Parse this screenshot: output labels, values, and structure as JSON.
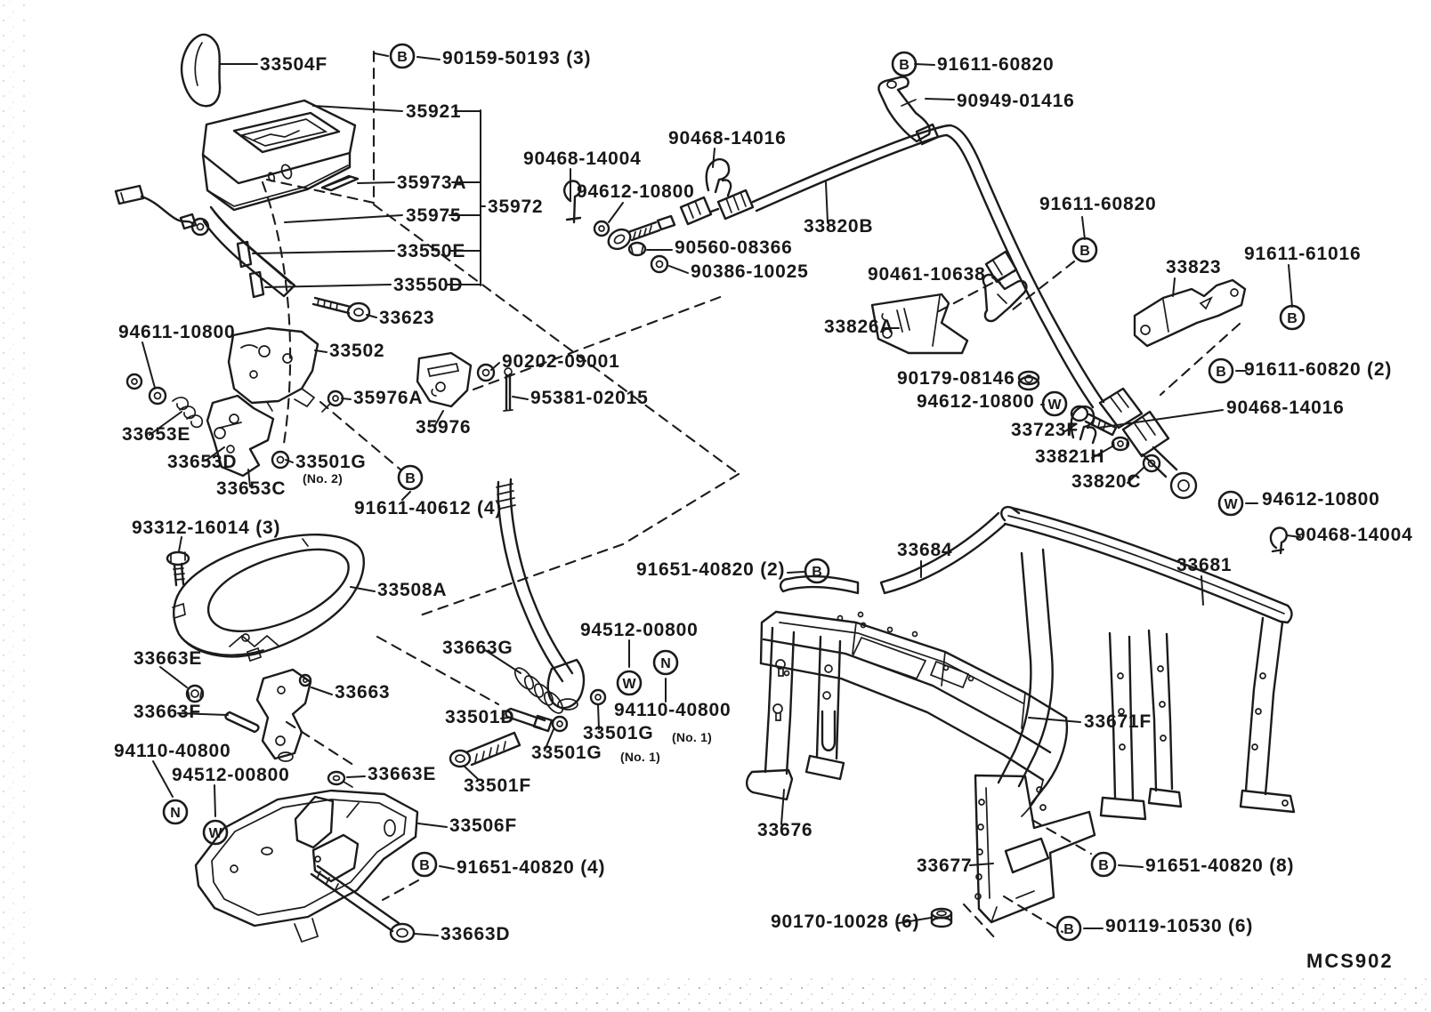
{
  "meta": {
    "type": "exploded-parts-diagram",
    "subject": "shift lever and retainer",
    "figure_code": "MCS902"
  },
  "colors": {
    "paper": "#ffffff",
    "ink": "#1b1b1b"
  },
  "labels": [
    "33504F",
    "90159-50193 (3)",
    "35921",
    "35973A",
    "35972",
    "35975",
    "33550E",
    "33550D",
    "33623",
    "94611-10800",
    "33502",
    "90202-09001",
    "35976A",
    "95381-02015",
    "33653E",
    "35976",
    "33653D",
    "33501G",
    "(No. 2)",
    "33653C",
    "91611-40612 (4)",
    "93312-16014 (3)",
    "33508A",
    "33663E",
    "33663F",
    "33663",
    "33663G",
    "94512-00800",
    "94110-40800",
    "33501D",
    "33501G",
    "(No. 1)",
    "33501G",
    "(No. 1)",
    "33501F",
    "94110-40800",
    "94512-00800",
    "33663E",
    "33506F",
    "91651-40820 (4)",
    "33663D",
    "91611-60820",
    "90949-01416",
    "33820B",
    "91611-60820",
    "91611-61016",
    "33823",
    "91611-60820 (2)",
    "90468-14016",
    "90461-10638",
    "33826A",
    "90179-08146",
    "94612-10800",
    "33723F",
    "33821H",
    "33820C",
    "94612-10800",
    "90468-14004",
    "90468-14016",
    "90468-14004",
    "94612-10800",
    "90560-08366",
    "90386-10025",
    "33684",
    "91651-40820 (2)",
    "33681",
    "33671F",
    "33676",
    "33677",
    "90170-10028 (6)",
    "90119-10530 (6)",
    "91651-40820 (8)",
    "MCS902"
  ],
  "markers": [
    {
      "l": "B"
    },
    {
      "l": "B"
    },
    {
      "l": "B"
    },
    {
      "l": "B"
    },
    {
      "l": "B"
    },
    {
      "l": "B"
    },
    {
      "l": "B"
    },
    {
      "l": "B"
    },
    {
      "l": "B"
    },
    {
      "l": "B"
    },
    {
      "l": "W"
    },
    {
      "l": "W"
    },
    {
      "l": "W"
    },
    {
      "l": "W"
    },
    {
      "l": "N"
    },
    {
      "l": "N"
    }
  ]
}
